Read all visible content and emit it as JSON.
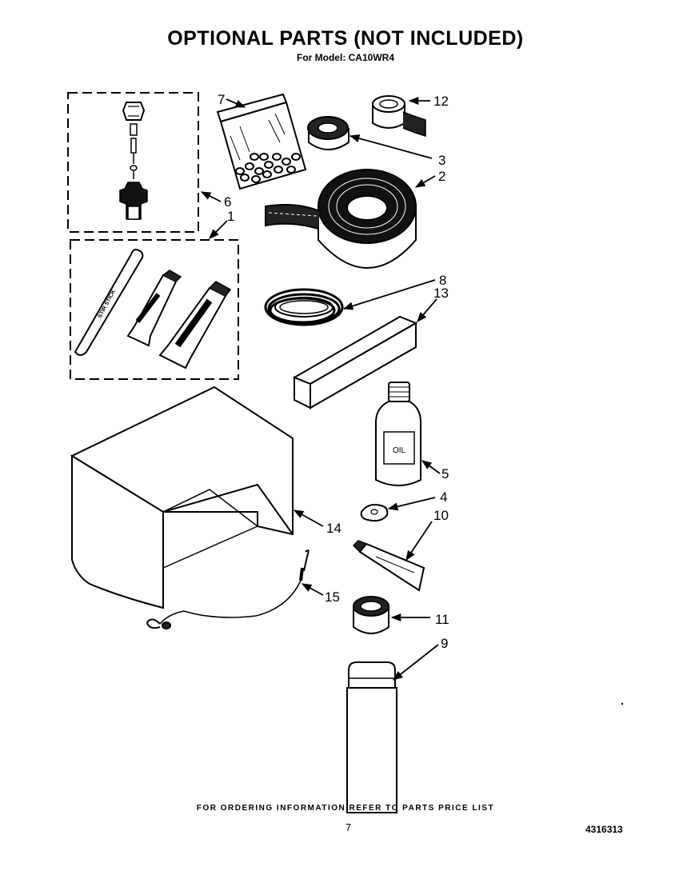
{
  "header": {
    "title": "OPTIONAL PARTS (NOT INCLUDED)",
    "subtitle": "For Model: CA10WR4"
  },
  "footer": {
    "note": "FOR ORDERING INFORMATION REFER TO PARTS PRICE LIST",
    "page_number": "7",
    "doc_number": "4316313"
  },
  "callouts": [
    "1",
    "2",
    "3",
    "4",
    "5",
    "6",
    "7",
    "8",
    "9",
    "10",
    "11",
    "12",
    "13",
    "14",
    "15"
  ],
  "item_text": {
    "oil_label": "OIL"
  }
}
